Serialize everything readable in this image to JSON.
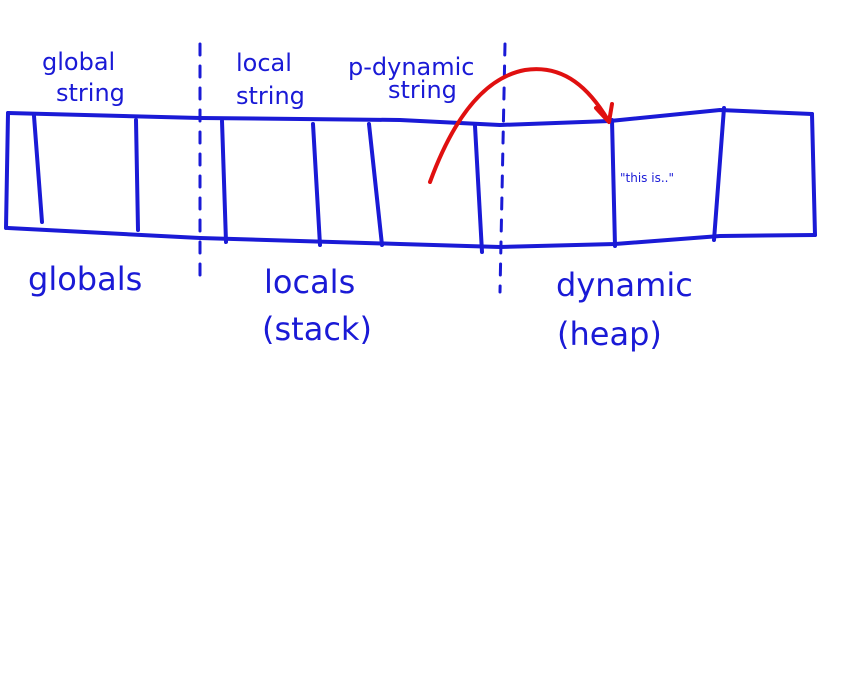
{
  "colors": {
    "ink": "#1a1ad6",
    "pointer": "#e01010",
    "background": "#ffffff"
  },
  "top_labels": {
    "global": {
      "line1": "global",
      "line2": "string"
    },
    "local": {
      "line1": "local",
      "line2": "string"
    },
    "pointer": {
      "line1": "p-dynamic",
      "line2": "string"
    }
  },
  "heap_cell_text": "\"this is..\"",
  "regions": {
    "globals": {
      "label": "globals"
    },
    "locals": {
      "label": "locals",
      "sublabel": "(stack)"
    },
    "dynamic": {
      "label": "dynamic",
      "sublabel": "(heap)"
    }
  }
}
